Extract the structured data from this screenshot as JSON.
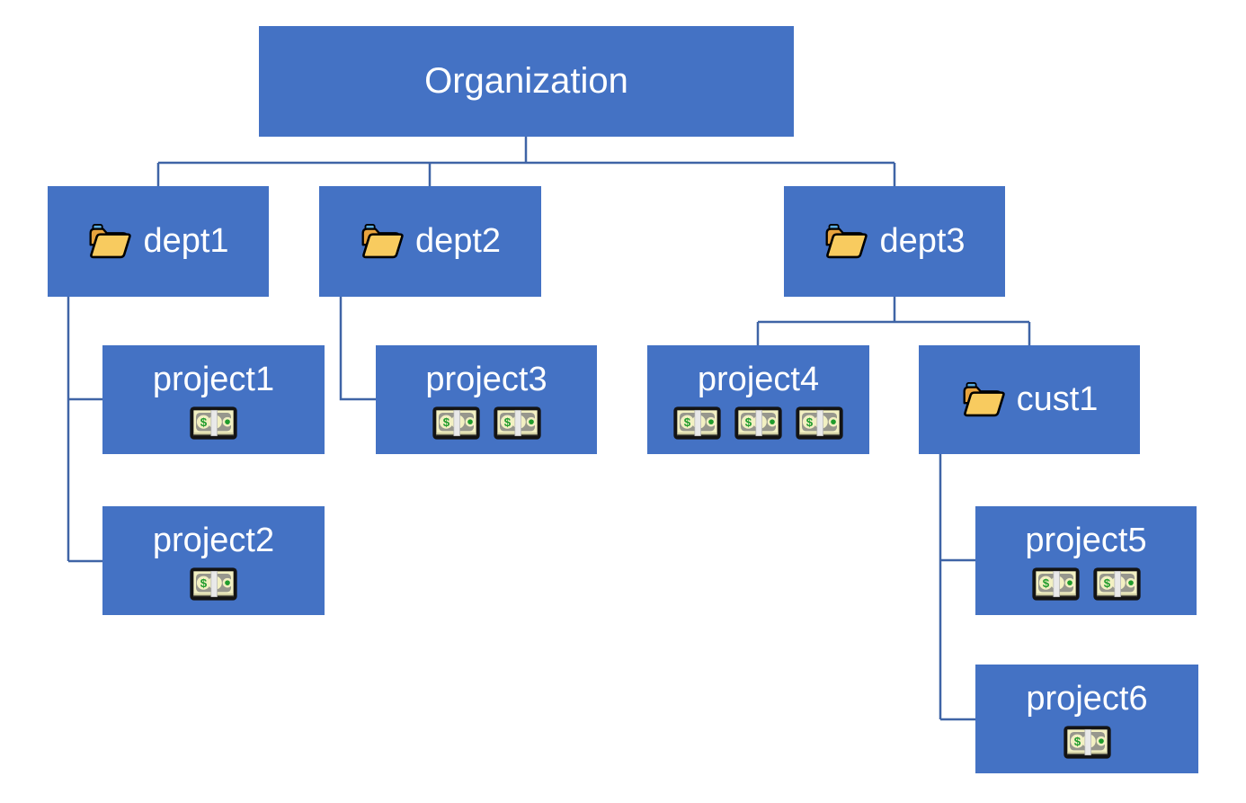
{
  "colors": {
    "box_fill": "#4472C4",
    "box_text": "#FFFFFF",
    "connector": "#3F64A6",
    "folder_front": "#F8CB5F",
    "folder_back": "#E8A33D",
    "folder_tab": "#5AABDF",
    "money_green": "#1F9B2C",
    "background": "#FFFFFF"
  },
  "nodes": {
    "org": {
      "label": "Organization",
      "icon": null,
      "money_count": 0
    },
    "dept1": {
      "label": "dept1",
      "icon": "open-folder-icon",
      "money_count": 0
    },
    "dept2": {
      "label": "dept2",
      "icon": "open-folder-icon",
      "money_count": 0
    },
    "dept3": {
      "label": "dept3",
      "icon": "open-folder-icon",
      "money_count": 0
    },
    "project1": {
      "label": "project1",
      "icon": "banknote-icon",
      "money_count": 1
    },
    "project2": {
      "label": "project2",
      "icon": "banknote-icon",
      "money_count": 1
    },
    "project3": {
      "label": "project3",
      "icon": "banknote-icon",
      "money_count": 2
    },
    "project4": {
      "label": "project4",
      "icon": "banknote-icon",
      "money_count": 3
    },
    "cust1": {
      "label": "cust1",
      "icon": "open-folder-icon",
      "money_count": 0
    },
    "project5": {
      "label": "project5",
      "icon": "banknote-icon",
      "money_count": 2
    },
    "project6": {
      "label": "project6",
      "icon": "banknote-icon",
      "money_count": 1
    }
  },
  "hierarchy": {
    "org": [
      "dept1",
      "dept2",
      "dept3"
    ],
    "dept1": [
      "project1",
      "project2"
    ],
    "dept2": [
      "project3"
    ],
    "dept3": [
      "project4",
      "cust1"
    ],
    "cust1": [
      "project5",
      "project6"
    ]
  }
}
